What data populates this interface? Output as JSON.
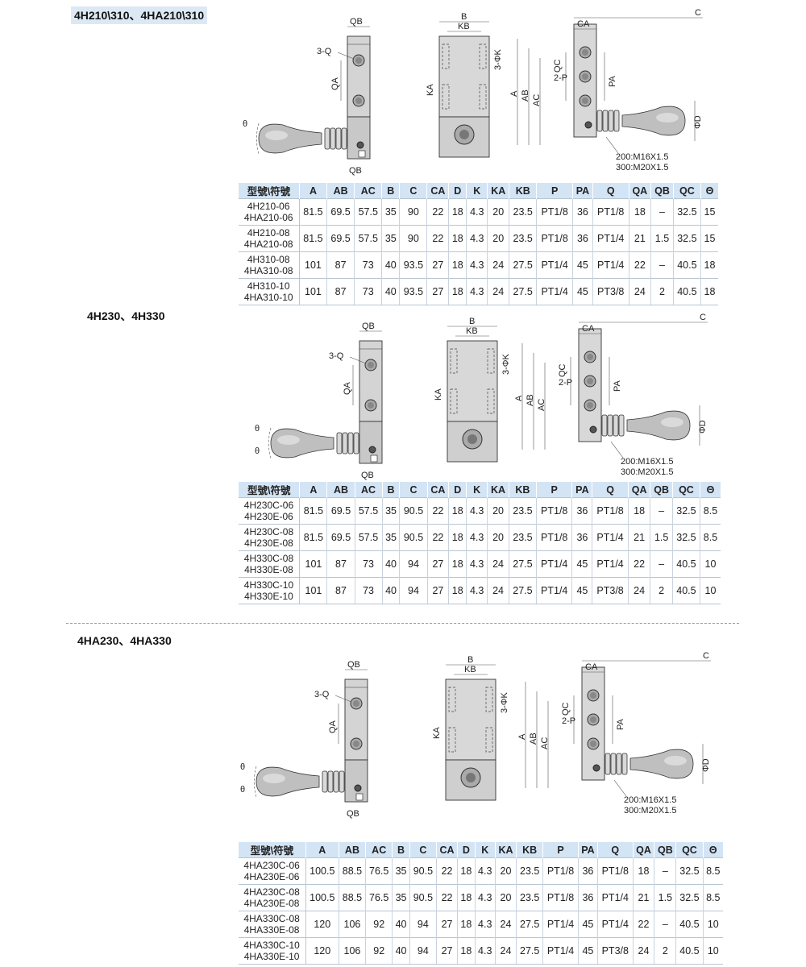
{
  "sections": [
    {
      "title": "4H210\\310、4HA210\\310",
      "table": {
        "headers": [
          "型號\\符號",
          "A",
          "AB",
          "AC",
          "B",
          "C",
          "CA",
          "D",
          "K",
          "KA",
          "KB",
          "P",
          "PA",
          "Q",
          "QA",
          "QB",
          "QC",
          "Θ"
        ],
        "rows": [
          {
            "m1": "4H210-06",
            "m2": "4HA210-06",
            "v": [
              "81.5",
              "69.5",
              "57.5",
              "35",
              "90",
              "22",
              "18",
              "4.3",
              "20",
              "23.5",
              "PT1/8",
              "36",
              "PT1/8",
              "18",
              "–",
              "32.5",
              "15"
            ]
          },
          {
            "m1": "4H210-08",
            "m2": "4HA210-08",
            "v": [
              "81.5",
              "69.5",
              "57.5",
              "35",
              "90",
              "22",
              "18",
              "4.3",
              "20",
              "23.5",
              "PT1/8",
              "36",
              "PT1/4",
              "21",
              "1.5",
              "32.5",
              "15"
            ]
          },
          {
            "m1": "4H310-08",
            "m2": "4HA310-08",
            "v": [
              "101",
              "87",
              "73",
              "40",
              "93.5",
              "27",
              "18",
              "4.3",
              "24",
              "27.5",
              "PT1/4",
              "45",
              "PT1/4",
              "22",
              "–",
              "40.5",
              "18"
            ]
          },
          {
            "m1": "4H310-10",
            "m2": "4HA310-10",
            "v": [
              "101",
              "87",
              "73",
              "40",
              "93.5",
              "27",
              "18",
              "4.3",
              "24",
              "27.5",
              "PT1/4",
              "45",
              "PT3/8",
              "24",
              "2",
              "40.5",
              "18"
            ]
          }
        ]
      }
    },
    {
      "title": "4H230、4H330",
      "table": {
        "headers": [
          "型號\\符號",
          "A",
          "AB",
          "AC",
          "B",
          "C",
          "CA",
          "D",
          "K",
          "KA",
          "KB",
          "P",
          "PA",
          "Q",
          "QA",
          "QB",
          "QC",
          "Θ"
        ],
        "rows": [
          {
            "m1": "4H230C-06",
            "m2": "4H230E-06",
            "v": [
              "81.5",
              "69.5",
              "57.5",
              "35",
              "90.5",
              "22",
              "18",
              "4.3",
              "20",
              "23.5",
              "PT1/8",
              "36",
              "PT1/8",
              "18",
              "–",
              "32.5",
              "8.5"
            ]
          },
          {
            "m1": "4H230C-08",
            "m2": "4H230E-08",
            "v": [
              "81.5",
              "69.5",
              "57.5",
              "35",
              "90.5",
              "22",
              "18",
              "4.3",
              "20",
              "23.5",
              "PT1/8",
              "36",
              "PT1/4",
              "21",
              "1.5",
              "32.5",
              "8.5"
            ]
          },
          {
            "m1": "4H330C-08",
            "m2": "4H330E-08",
            "v": [
              "101",
              "87",
              "73",
              "40",
              "94",
              "27",
              "18",
              "4.3",
              "24",
              "27.5",
              "PT1/4",
              "45",
              "PT1/4",
              "22",
              "–",
              "40.5",
              "10"
            ]
          },
          {
            "m1": "4H330C-10",
            "m2": "4H330E-10",
            "v": [
              "101",
              "87",
              "73",
              "40",
              "94",
              "27",
              "18",
              "4.3",
              "24",
              "27.5",
              "PT1/4",
              "45",
              "PT3/8",
              "24",
              "2",
              "40.5",
              "10"
            ]
          }
        ]
      }
    },
    {
      "title": "4HA230、4HA330",
      "table": {
        "headers": [
          "型號\\符號",
          "A",
          "AB",
          "AC",
          "B",
          "C",
          "CA",
          "D",
          "K",
          "KA",
          "KB",
          "P",
          "PA",
          "Q",
          "QA",
          "QB",
          "QC",
          "Θ"
        ],
        "rows": [
          {
            "m1": "4HA230C-06",
            "m2": "4HA230E-06",
            "v": [
              "100.5",
              "88.5",
              "76.5",
              "35",
              "90.5",
              "22",
              "18",
              "4.3",
              "20",
              "23.5",
              "PT1/8",
              "36",
              "PT1/8",
              "18",
              "–",
              "32.5",
              "8.5"
            ]
          },
          {
            "m1": "4HA230C-08",
            "m2": "4HA230E-08",
            "v": [
              "100.5",
              "88.5",
              "76.5",
              "35",
              "90.5",
              "22",
              "18",
              "4.3",
              "20",
              "23.5",
              "PT1/8",
              "36",
              "PT1/4",
              "21",
              "1.5",
              "32.5",
              "8.5"
            ]
          },
          {
            "m1": "4HA330C-08",
            "m2": "4HA330E-08",
            "v": [
              "120",
              "106",
              "92",
              "40",
              "94",
              "27",
              "18",
              "4.3",
              "24",
              "27.5",
              "PT1/4",
              "45",
              "PT1/4",
              "22",
              "–",
              "40.5",
              "10"
            ]
          },
          {
            "m1": "4HA330C-10",
            "m2": "4HA330E-10",
            "v": [
              "120",
              "106",
              "92",
              "40",
              "94",
              "27",
              "18",
              "4.3",
              "24",
              "27.5",
              "PT1/4",
              "45",
              "PT3/8",
              "24",
              "2",
              "40.5",
              "10"
            ]
          }
        ]
      }
    }
  ],
  "drawing_labels": {
    "qb": "QB",
    "q3": "3-Q",
    "qa": "QA",
    "theta": "θ",
    "b": "B",
    "kb": "KB",
    "ka": "KA",
    "k3": "3-ΦK",
    "c": "C",
    "ca": "CA",
    "a": "A",
    "ab": "AB",
    "ac": "AC",
    "qc": "QC",
    "p2": "2-P",
    "pa": "PA",
    "d": "ΦD",
    "thread1": "200:M16X1.5",
    "thread2": "300:M20X1.5"
  }
}
